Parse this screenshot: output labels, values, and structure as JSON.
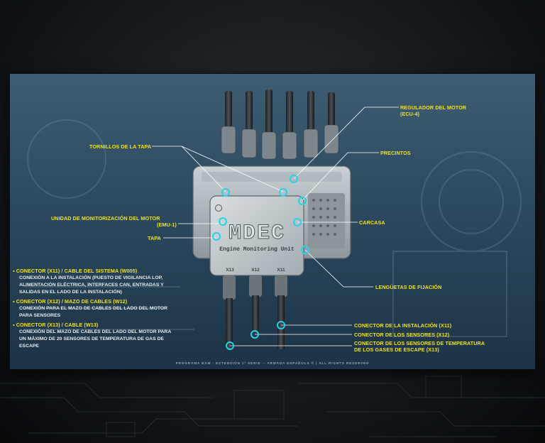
{
  "device": {
    "brand_text": "MDEC",
    "subtitle": "Engine Monitoring Unit",
    "port_x13": "X13",
    "port_x12": "X12",
    "port_x11": "X11"
  },
  "labels": {
    "tornillos": "TORNILLOS DE LA TAPA",
    "regulador_l1": "REGULADOR DEL MOTOR",
    "regulador_l2": "(ECU-4)",
    "precintos": "PRECINTOS",
    "unidad_l1": "UNIDAD DE MONITORIZACIÓN DEL MOTOR",
    "unidad_l2": "(EMU-1)",
    "tapa": "TAPA",
    "carcasa": "CARCASA",
    "lenguetas": "LENGÜETAS DE FIJACIÓN",
    "conector_inst": "CONECTOR DE LA INSTALACIÓN (X11)",
    "conector_sens": "CONECTOR DE LOS SENSORES (X12)",
    "conector_temp_l1": "CONECTOR DE LOS SENSORES DE TEMPERATURA",
    "conector_temp_l2": "DE LOS GASES DE ESCAPE (X13)"
  },
  "notes": [
    {
      "title": "CONECTOR (X11) / CABLE DEL SISTEMA (W005)",
      "lines": [
        "CONEXIÓN A LA INSTALACIÓN (PUESTO DE VIGILANCIA LOP,",
        "ALIMENTACIÓN ELÉCTRICA, INTERFACES CAN, ENTRADAS Y",
        "SALIDAS EN EL LADO DE LA INSTALACIÓN)"
      ]
    },
    {
      "title": "CONECTOR (X12) / MAZO DE CABLES (W12)",
      "lines": [
        "CONEXIÓN PARA EL MAZO DE CABLES DEL LADO DEL MOTOR",
        "PARA SENSORES"
      ]
    },
    {
      "title": "CONECTOR (X13) / CABLE (W13)",
      "lines": [
        "CONEXIÓN DEL MAZO DE CABLES DEL LADO DEL MOTOR PARA",
        "UN MÁXIMO DE 20 SENSORES DE TEMPERATURA DE GAS DE",
        "ESCAPE"
      ]
    }
  ],
  "footer": "PROGRAMA BAM - EXTENSIÓN 1ª SERIE -- ARMADA ESPAÑOLA ® | ALL RIGHTS RESERVED",
  "colors": {
    "label": "#f2e21a",
    "callout": "#25d4e6",
    "text": "#e8ecef"
  }
}
